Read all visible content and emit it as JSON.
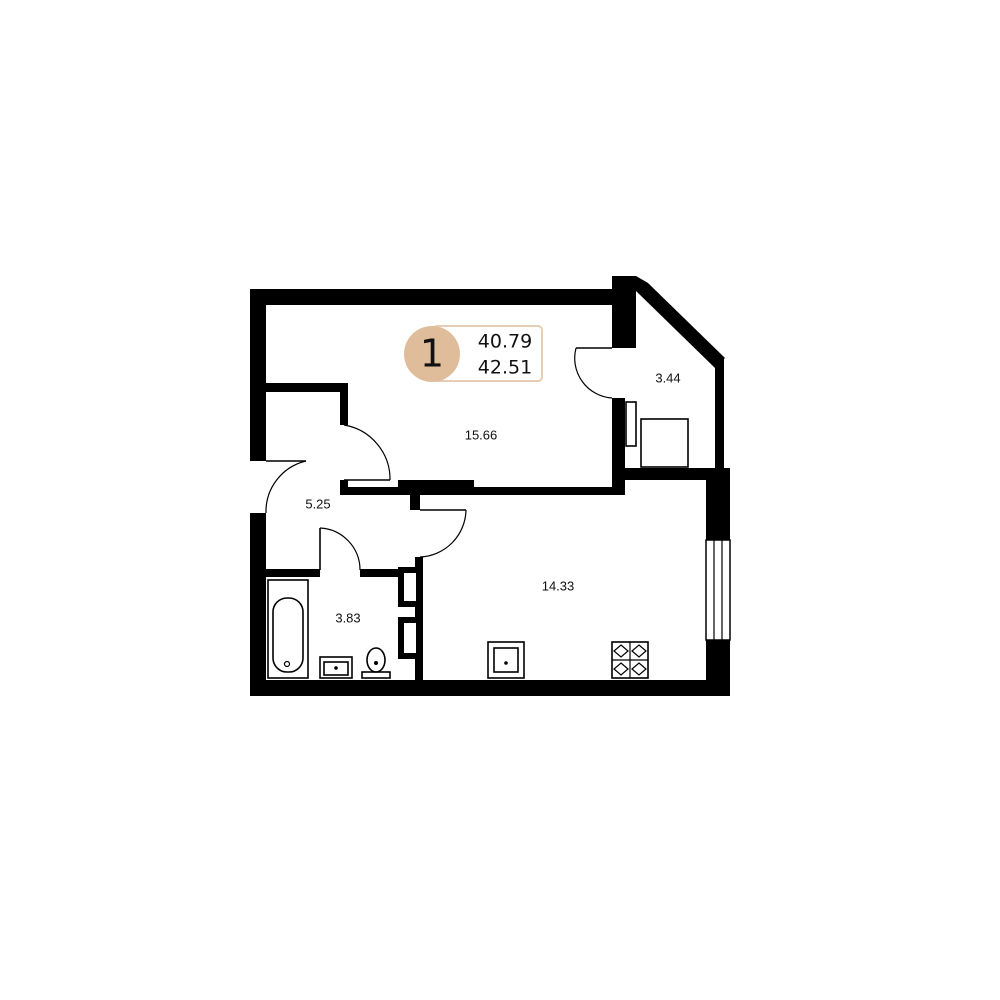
{
  "apartment": {
    "rooms_count": "1",
    "living_area": "40.79",
    "total_area": "42.51",
    "badge_color": "#dfbd9a",
    "badge_border": "#e6cdb3"
  },
  "rooms": {
    "living_room": "15.66",
    "balcony": "3.44",
    "hallway": "5.25",
    "bathroom": "3.83",
    "kitchen": "14.33"
  },
  "colors": {
    "walls": "#000000",
    "background": "#ffffff"
  }
}
